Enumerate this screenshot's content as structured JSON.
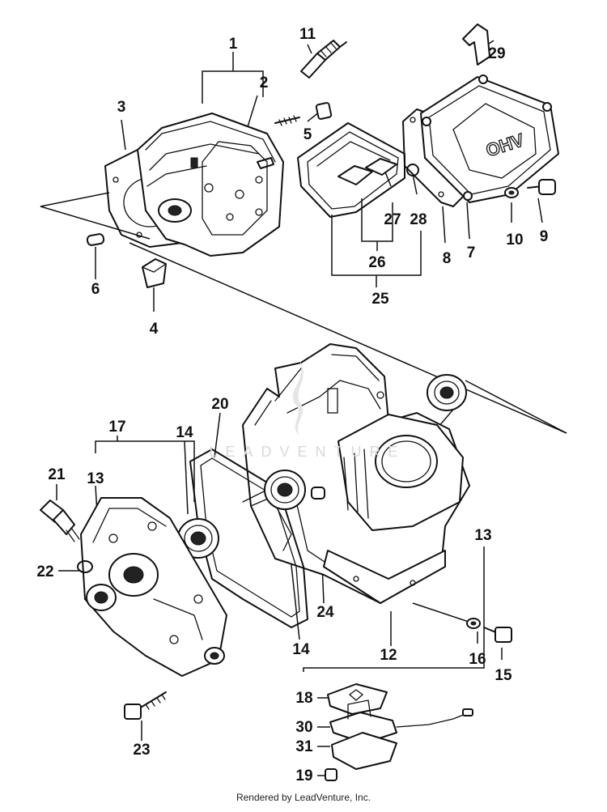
{
  "diagram": {
    "callouts": [
      "1",
      "2",
      "3",
      "4",
      "5",
      "6",
      "7",
      "8",
      "9",
      "10",
      "11",
      "12",
      "13",
      "13",
      "13",
      "14",
      "14",
      "15",
      "16",
      "17",
      "18",
      "19",
      "20",
      "21",
      "22",
      "23",
      "24",
      "25",
      "26",
      "27",
      "28",
      "29",
      "30",
      "31"
    ]
  },
  "watermark": {
    "text": "LEADVENTURE"
  },
  "footer": {
    "text": "Rendered by LeadVenture, Inc."
  }
}
